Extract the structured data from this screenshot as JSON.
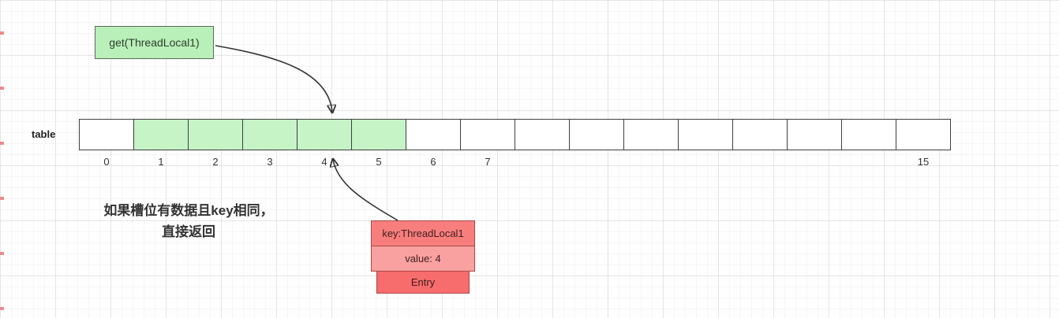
{
  "diagram": {
    "call_box": {
      "label": "get(ThreadLocal1)"
    },
    "table": {
      "label": "table",
      "cells": [
        {
          "label": "0",
          "highlighted": false
        },
        {
          "label": "1",
          "highlighted": true
        },
        {
          "label": "2",
          "highlighted": true
        },
        {
          "label": "3",
          "highlighted": true
        },
        {
          "label": "4",
          "highlighted": true
        },
        {
          "label": "5",
          "highlighted": true
        },
        {
          "label": "6",
          "highlighted": false
        },
        {
          "label": "7",
          "highlighted": false
        },
        {
          "label": "",
          "highlighted": false
        },
        {
          "label": "",
          "highlighted": false
        },
        {
          "label": "",
          "highlighted": false
        },
        {
          "label": "",
          "highlighted": false
        },
        {
          "label": "",
          "highlighted": false
        },
        {
          "label": "",
          "highlighted": false
        },
        {
          "label": "",
          "highlighted": false
        },
        {
          "label": "15",
          "highlighted": false
        }
      ]
    },
    "annotation": {
      "line1": "如果槽位有数据且key相同，",
      "line2": "直接返回"
    },
    "entry_stack": {
      "key_label": "key:ThreadLocal1",
      "value_label": "value: 4",
      "entry_label": "Entry"
    },
    "colors": {
      "green_fill": "#b9f0b9",
      "cell_green_fill": "#c6f4c6",
      "key_fill": "#f87e7e",
      "value_fill": "#f9a0a0",
      "entry_fill": "#f76c6c"
    }
  }
}
